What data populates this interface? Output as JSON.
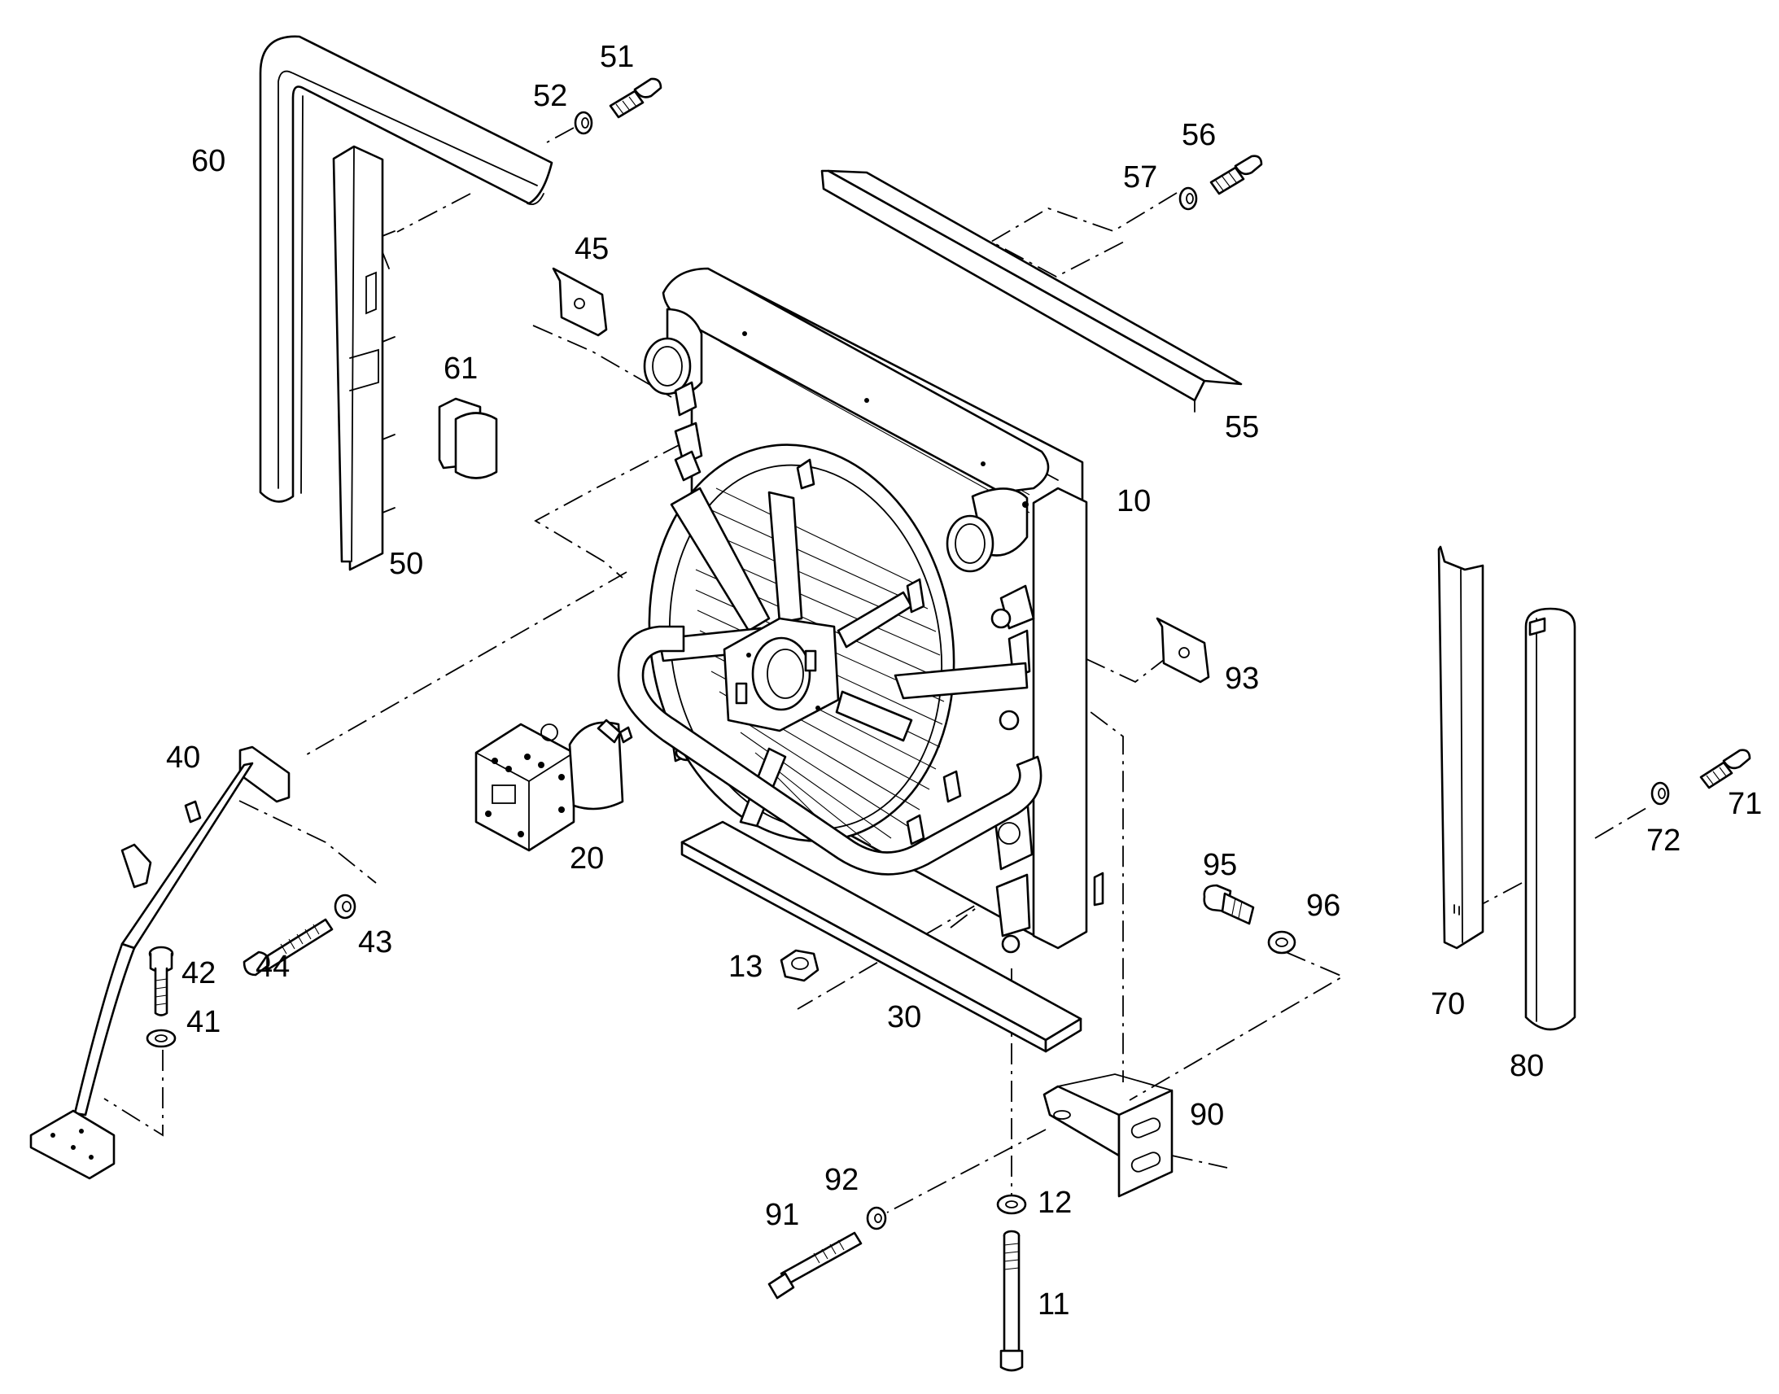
{
  "diagram": {
    "line_color": "#000000",
    "background": "#ffffff",
    "callouts": [
      {
        "id": "60",
        "label": "60"
      },
      {
        "id": "52",
        "label": "52"
      },
      {
        "id": "51",
        "label": "51"
      },
      {
        "id": "56",
        "label": "56"
      },
      {
        "id": "57",
        "label": "57"
      },
      {
        "id": "45",
        "label": "45"
      },
      {
        "id": "61",
        "label": "61"
      },
      {
        "id": "55",
        "label": "55"
      },
      {
        "id": "10",
        "label": "10"
      },
      {
        "id": "50",
        "label": "50"
      },
      {
        "id": "93",
        "label": "93"
      },
      {
        "id": "40",
        "label": "40"
      },
      {
        "id": "20",
        "label": "20"
      },
      {
        "id": "71",
        "label": "71"
      },
      {
        "id": "72",
        "label": "72"
      },
      {
        "id": "95",
        "label": "95"
      },
      {
        "id": "96",
        "label": "96"
      },
      {
        "id": "42",
        "label": "42"
      },
      {
        "id": "44",
        "label": "44"
      },
      {
        "id": "43",
        "label": "43"
      },
      {
        "id": "41",
        "label": "41"
      },
      {
        "id": "13",
        "label": "13"
      },
      {
        "id": "30",
        "label": "30"
      },
      {
        "id": "70",
        "label": "70"
      },
      {
        "id": "80",
        "label": "80"
      },
      {
        "id": "90",
        "label": "90"
      },
      {
        "id": "92",
        "label": "92"
      },
      {
        "id": "91",
        "label": "91"
      },
      {
        "id": "12",
        "label": "12"
      },
      {
        "id": "11",
        "label": "11"
      }
    ]
  }
}
